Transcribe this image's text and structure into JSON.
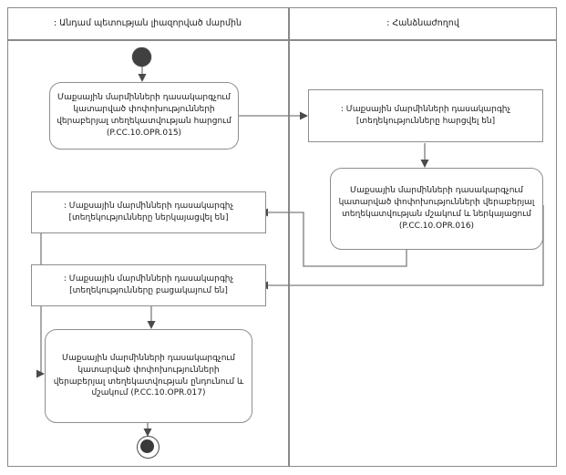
{
  "diagram": {
    "type": "uml-activity-diagram",
    "lanes": [
      {
        "id": "lane-left",
        "title": ": Անդամ պետության լիազորված մարմին"
      },
      {
        "id": "lane-right",
        "title": ": Հանձնաժողով"
      }
    ],
    "nodes": [
      {
        "id": "initial",
        "kind": "initial-node",
        "lane": "lane-left"
      },
      {
        "id": "action-015",
        "kind": "action",
        "lane": "lane-left",
        "text": "Մաքսային մարմինների դասակարգչում կատարված փոփոխությունների վերաբերյալ տեղեկատվության հարցում (P.CC.10.OPR.015)"
      },
      {
        "id": "signal-requested",
        "kind": "signal",
        "lane": "lane-right",
        "text": ": Մաքսային մարմինների դասակարգիչ [տեղեկությունները հարցվել են]"
      },
      {
        "id": "action-016",
        "kind": "action",
        "lane": "lane-right",
        "text": "Մաքսային մարմինների դասակարգչում կատարված փոփոխությունների վերաբերյալ տեղեկատվության մշակում և ներկայացում (P.CC.10.OPR.016)"
      },
      {
        "id": "signal-presented",
        "kind": "signal",
        "lane": "lane-left",
        "text": ": Մաքսային մարմինների դասակարգիչ [տեղեկությունները ներկայացվել են]"
      },
      {
        "id": "signal-missing",
        "kind": "signal",
        "lane": "lane-left",
        "text": ": Մաքսային մարմինների դասակարգիչ [տեղեկությունները բացակայում են]"
      },
      {
        "id": "action-017",
        "kind": "action",
        "lane": "lane-left",
        "text": "Մաքսային մարմինների դասակարգչում կատարված փոփոխությունների վերաբերյալ տեղեկատվության ընդունում և մշակում (P.CC.10.OPR.017)"
      },
      {
        "id": "final",
        "kind": "final-node",
        "lane": "lane-left"
      }
    ],
    "edges": [
      {
        "id": "e1",
        "from": "initial",
        "to": "action-015"
      },
      {
        "id": "e2",
        "from": "action-015",
        "to": "signal-requested"
      },
      {
        "id": "e3",
        "from": "signal-requested",
        "to": "action-016"
      },
      {
        "id": "e4",
        "from": "action-016",
        "to": "signal-presented"
      },
      {
        "id": "e5",
        "from": "action-016",
        "to": "signal-missing"
      },
      {
        "id": "e6",
        "from": "signal-presented",
        "to": "action-017"
      },
      {
        "id": "e7",
        "from": "signal-missing",
        "to": "action-017"
      },
      {
        "id": "e8",
        "from": "action-017",
        "to": "final"
      }
    ]
  },
  "colors": {
    "stroke": "#8a8a8a",
    "connector": "#7d7d7d",
    "arrowhead": "#4a4a4a",
    "node_fill": "#ffffff",
    "text": "#1a1a1a",
    "control_node": "#3a3a3a"
  }
}
